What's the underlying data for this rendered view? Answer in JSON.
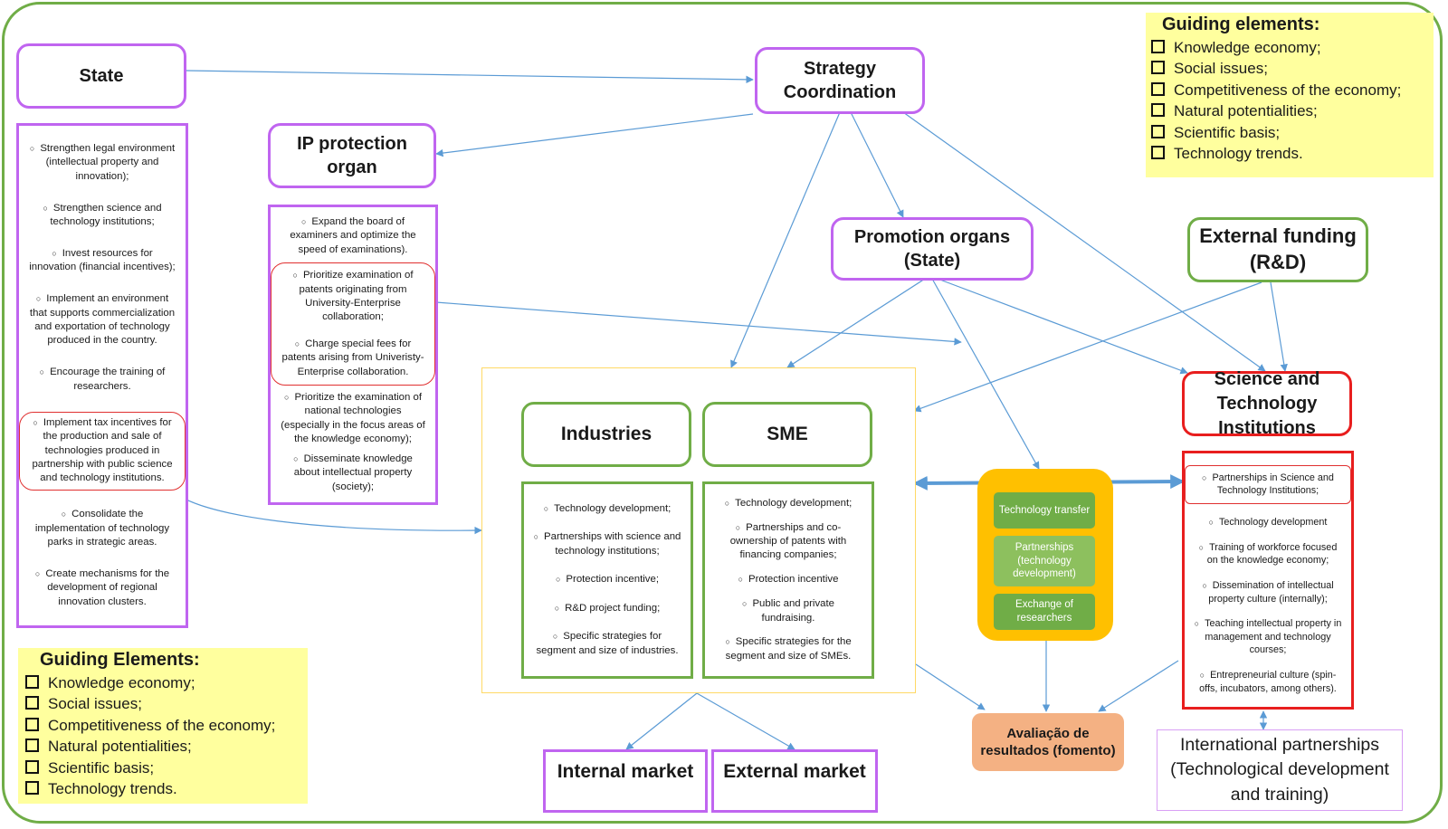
{
  "guiding_top": {
    "title": "Guiding elements:",
    "items": [
      "Knowledge economy;",
      "Social issues;",
      "Competitiveness of the economy;",
      "Natural potentialities;",
      "Scientific basis;",
      "Technology trends."
    ]
  },
  "guiding_bottom": {
    "title": "Guiding Elements:",
    "items": [
      "Knowledge economy;",
      "Social issues;",
      "Competitiveness of the economy;",
      "Natural potentialities;",
      "Scientific basis;",
      "Technology trends."
    ]
  },
  "state": {
    "title": "State",
    "items": [
      "Strengthen legal environment (intellectual property and innovation);",
      "Strengthen science and technology institutions;",
      "Invest resources for innovation (financial incentives);",
      "Implement an environment that supports commercialization and exportation of technology produced in the country.",
      "Encourage the training of researchers.",
      "Implement tax incentives for the production and sale of technologies produced in partnership with public science and technology institutions.",
      "Consolidate the implementation of technology parks in strategic areas.",
      "Create mechanisms for the development of regional innovation clusters."
    ]
  },
  "strategy": {
    "title": "Strategy Coordination"
  },
  "ip": {
    "title": "IP protection organ",
    "items": [
      "Expand the board of examiners and optimize the speed of examinations).",
      "Prioritize examination of patents originating from University-Enterprise collaboration;",
      "Charge special fees for patents arising from Univeristy-Enterprise collaboration.",
      "Prioritize the examination of national technologies (especially in the focus areas of the knowledge economy);",
      "Disseminate knowledge about intellectual property (society);"
    ]
  },
  "promotion": {
    "title": "Promotion organs (State)"
  },
  "external_funding": {
    "title": "External funding (R&D)"
  },
  "industries": {
    "title": "Industries",
    "items": [
      "Technology development;",
      "Partnerships with science and technology institutions;",
      "Protection incentive;",
      "R&D project funding;",
      "Specific strategies for segment and size of industries."
    ]
  },
  "sme": {
    "title": "SME",
    "items": [
      "Technology development;",
      "Partnerships and co-ownership of patents with financing companies;",
      "Protection incentive",
      "Public and private fundraising.",
      "Specific strategies for the segment and size of SMEs."
    ]
  },
  "transfer": {
    "items": [
      "Technology transfer",
      "Partnerships (technology development)",
      "Exchange of researchers"
    ]
  },
  "sti": {
    "title": "Science and Technology Institutions",
    "items": [
      "Partnerships in Science and Technology Institutions;",
      "Technology development",
      "Training of workforce focused on the knowledge economy;",
      "Dissemination of intellectual property culture (internally);",
      "Teaching intellectual property in management and technology courses;",
      "Entrepreneurial culture (spin-offs, incubators, among others)."
    ]
  },
  "evaluation": {
    "title": "Avaliação de resultados (fomento)"
  },
  "internal_market": {
    "title": "Internal market"
  },
  "external_market": {
    "title": "External market"
  },
  "international": {
    "title": "International partnerships (Technological development and training)"
  },
  "colors": {
    "purple": "#c065f0",
    "green": "#70ad47",
    "red": "#e81e1e",
    "arrow": "#5b9bd5",
    "orange": "#ffc000"
  }
}
